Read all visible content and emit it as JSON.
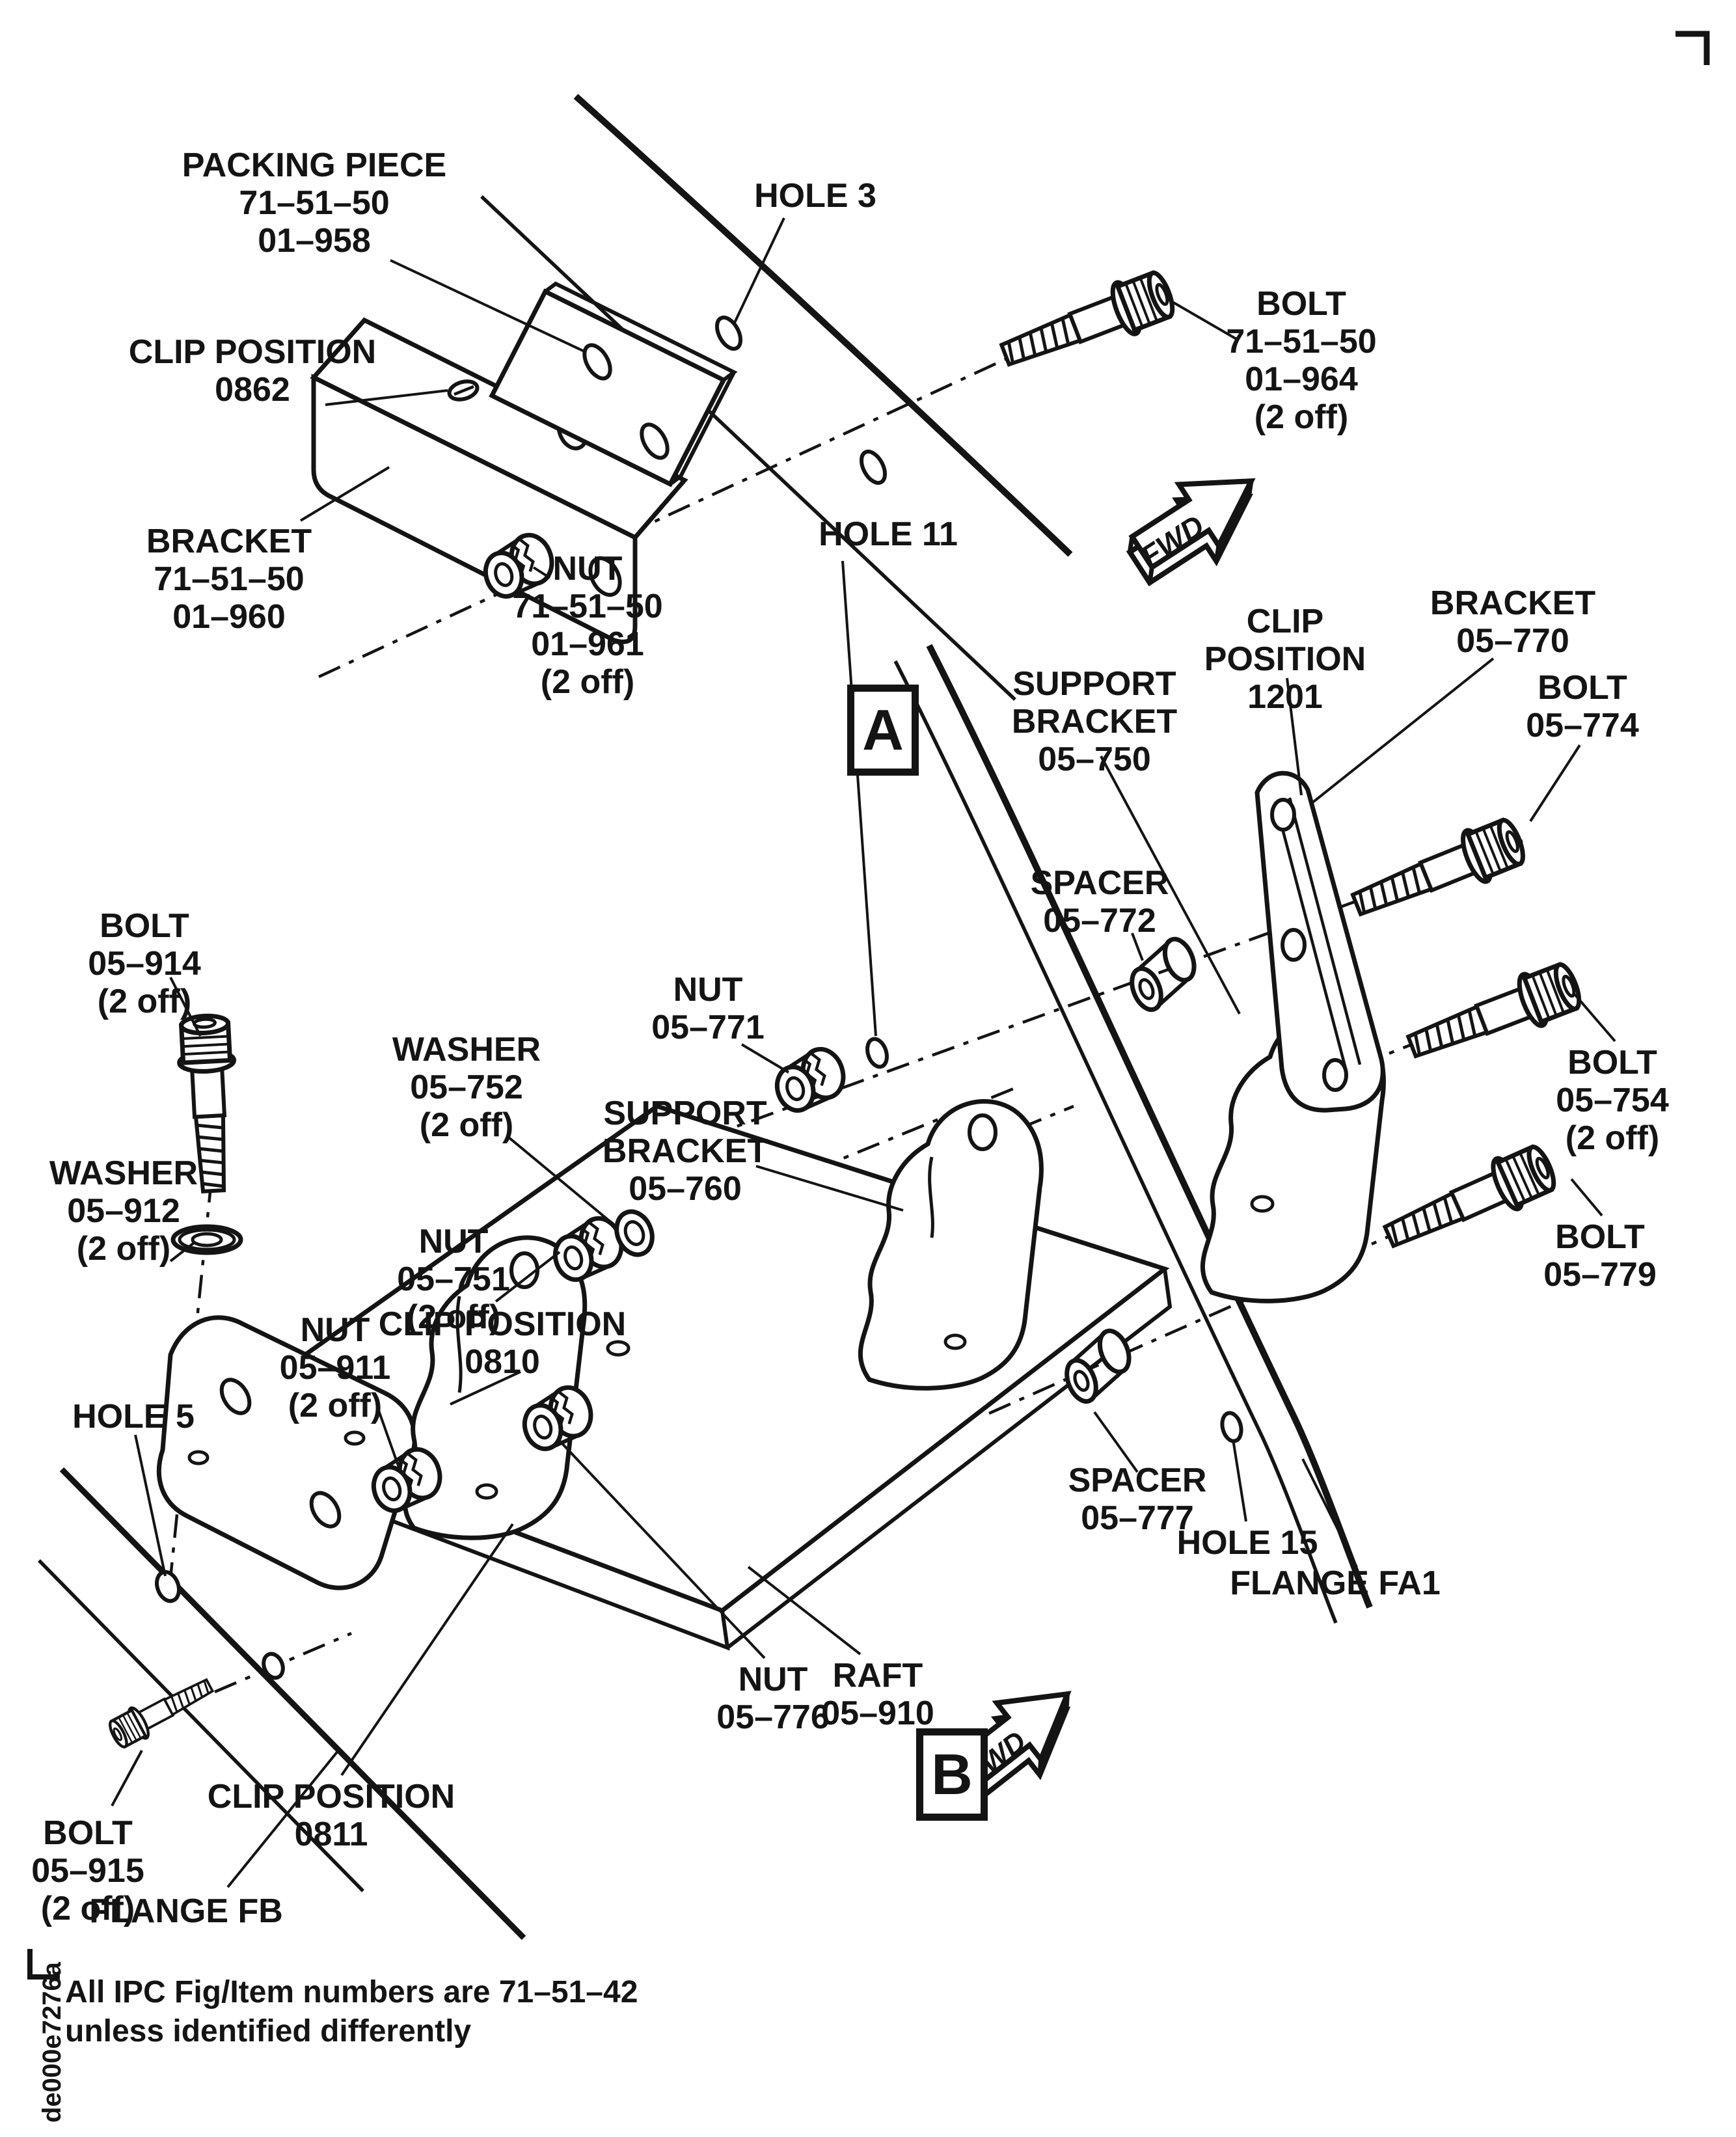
{
  "figure": {
    "kind": "exploded-parts-illustration",
    "doc_code": "de000e7276a",
    "note": "All IPC Fig/Item numbers are 71–51–42\nunless identified differently"
  },
  "markers": {
    "a": "A",
    "b": "B"
  },
  "arrows": {
    "fwd": "FWD"
  },
  "colors": {
    "ink": "#141414",
    "paper": "#ffffff"
  },
  "labels": {
    "packing_piece": {
      "text": "PACKING PIECE\n71–51–50\n01–958"
    },
    "hole_3": {
      "text": "HOLE 3"
    },
    "bolt_964": {
      "text": "BOLT\n71–51–50\n01–964\n(2 off)"
    },
    "clip_0862": {
      "text": "CLIP POSITION\n0862"
    },
    "bracket_960": {
      "text": "BRACKET\n71–51–50\n01–960"
    },
    "nut_961": {
      "text": "NUT\n71–51–50\n01–961\n(2 off)"
    },
    "bracket_770": {
      "text": "BRACKET\n05–770"
    },
    "clip_1201": {
      "text": "CLIP\nPOSITION\n1201"
    },
    "support_750": {
      "text": "SUPPORT\nBRACKET\n05–750"
    },
    "bolt_774": {
      "text": "BOLT\n05–774"
    },
    "spacer_772": {
      "text": "SPACER\n05–772"
    },
    "hole_11": {
      "text": "HOLE 11"
    },
    "nut_771": {
      "text": "NUT\n05–771"
    },
    "washer_752": {
      "text": "WASHER\n05–752\n(2 off)"
    },
    "support_760": {
      "text": "SUPPORT\nBRACKET\n05–760"
    },
    "bolt_914": {
      "text": "BOLT\n05–914\n(2 off)"
    },
    "washer_912": {
      "text": "WASHER\n05–912\n(2 off)"
    },
    "nut_751": {
      "text": "NUT\n05–751\n(2 off)"
    },
    "nut_911": {
      "text": "NUT\n05–911\n(2 off)"
    },
    "clip_0810": {
      "text": "CLIP POSITION\n0810"
    },
    "hole_5": {
      "text": "HOLE 5"
    },
    "bolt_754": {
      "text": "BOLT\n05–754\n(2 off)"
    },
    "bolt_779": {
      "text": "BOLT\n05–779"
    },
    "spacer_777": {
      "text": "SPACER\n05–777"
    },
    "hole_15": {
      "text": "HOLE 15"
    },
    "flange_fa1": {
      "text": "FLANGE FA1"
    },
    "nut_776": {
      "text": "NUT\n05–776"
    },
    "raft_910": {
      "text": "RAFT\n05–910"
    },
    "bolt_915": {
      "text": "BOLT\n05–915\n(2 off)"
    },
    "flange_fb": {
      "text": "FLANGE FB"
    },
    "clip_0811": {
      "text": "CLIP POSITION\n0811"
    }
  }
}
